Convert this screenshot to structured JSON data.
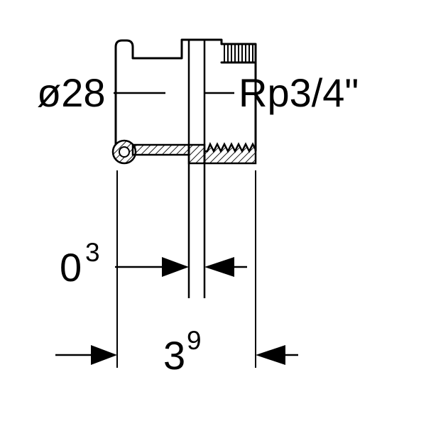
{
  "drawing": {
    "labels": {
      "diameter_label": "ø28",
      "thread_label": "Rp3/4\"",
      "dim_gap": {
        "base": "0",
        "sup": "3"
      },
      "dim_width": {
        "base": "3",
        "sup": "9"
      }
    },
    "colors": {
      "line": "#000000",
      "background": "#ffffff"
    }
  }
}
